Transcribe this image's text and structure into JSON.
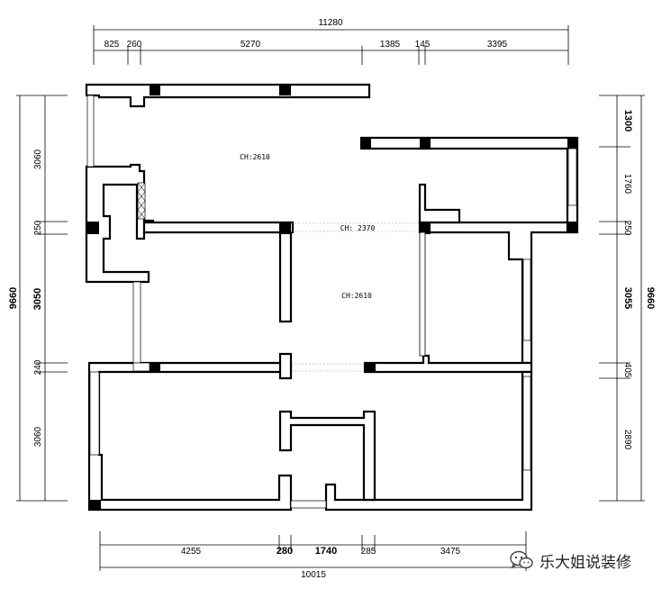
{
  "dimensions": {
    "top_total": "11280",
    "top_segments": [
      "825",
      "260",
      "5270",
      "1385",
      "145",
      "3395"
    ],
    "bottom_segments": [
      "4255",
      "280",
      "1740",
      "285",
      "3475"
    ],
    "bottom_total": "10015",
    "left_segments": [
      "3060",
      "250",
      "3050",
      "240",
      "3060"
    ],
    "left_total": "9660",
    "right_segments": [
      "1300",
      "1760",
      "250",
      "3055",
      "405",
      "2890"
    ],
    "right_total": "9660"
  },
  "ceiling_heights": {
    "upper_left": "CH:2610",
    "corridor": "CH: 2370",
    "center": "CH:2610"
  },
  "watermark": {
    "text": "乐大姐说装修",
    "icon": "wechat-icon"
  }
}
